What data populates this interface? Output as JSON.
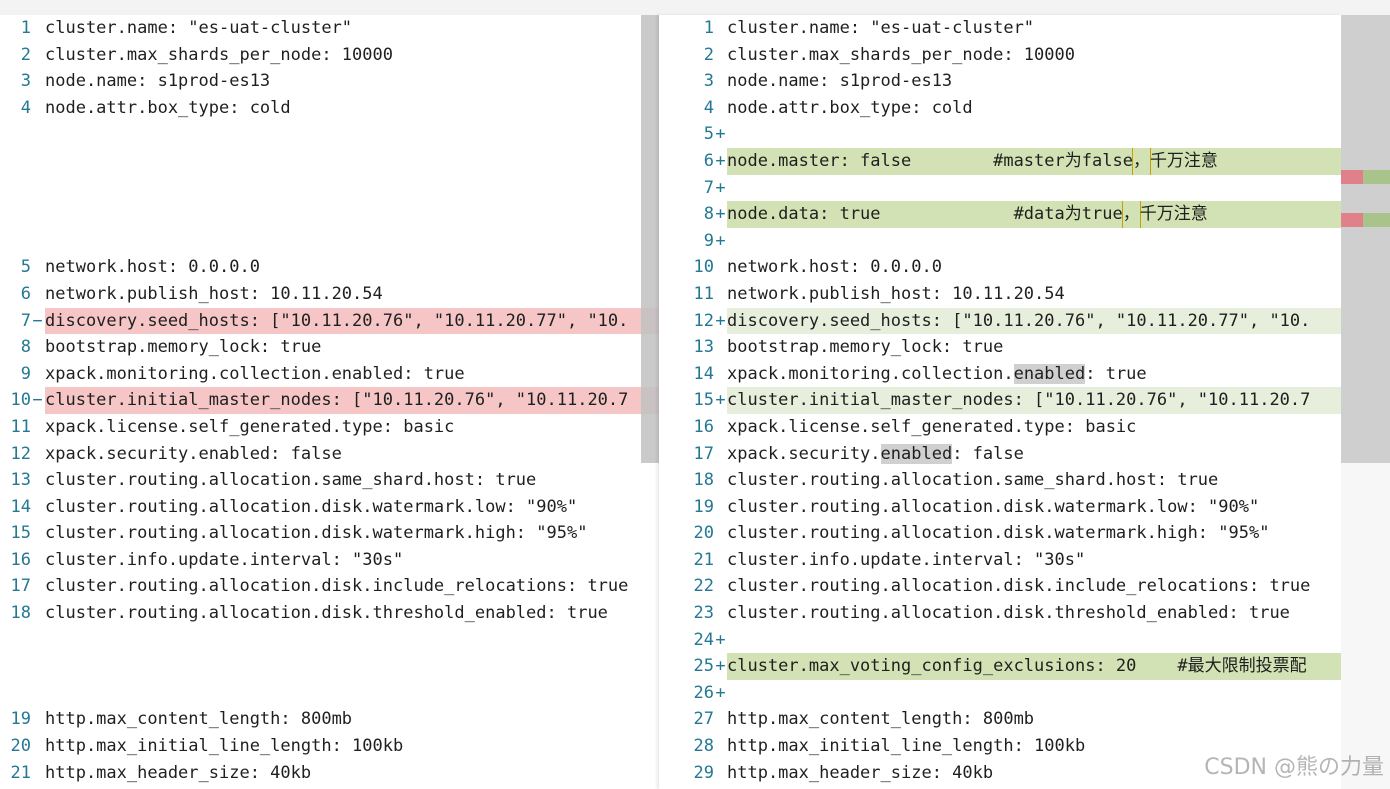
{
  "left_pane": {
    "lines": [
      {
        "num": "1",
        "marker": "",
        "text": "cluster.name: \"es-uat-cluster\"",
        "state": "normal"
      },
      {
        "num": "2",
        "marker": "",
        "text": "cluster.max_shards_per_node: 10000",
        "state": "normal"
      },
      {
        "num": "3",
        "marker": "",
        "text": "node.name: s1prod-es13",
        "state": "normal"
      },
      {
        "num": "4",
        "marker": "",
        "text": "node.attr.box_type: cold",
        "state": "normal"
      },
      {
        "num": "",
        "marker": "",
        "text": "",
        "state": "pad"
      },
      {
        "num": "",
        "marker": "",
        "text": "",
        "state": "pad"
      },
      {
        "num": "",
        "marker": "",
        "text": "",
        "state": "pad"
      },
      {
        "num": "",
        "marker": "",
        "text": "",
        "state": "pad"
      },
      {
        "num": "",
        "marker": "",
        "text": "",
        "state": "pad"
      },
      {
        "num": "5",
        "marker": "",
        "text": "network.host: 0.0.0.0",
        "state": "normal"
      },
      {
        "num": "6",
        "marker": "",
        "text": "network.publish_host: 10.11.20.54",
        "state": "normal"
      },
      {
        "num": "7",
        "marker": "−",
        "text": "discovery.seed_hosts: [\"10.11.20.76\", \"10.11.20.77\", \"10.",
        "state": "removed"
      },
      {
        "num": "8",
        "marker": "",
        "text": "bootstrap.memory_lock: true",
        "state": "normal"
      },
      {
        "num": "9",
        "marker": "",
        "text": "xpack.monitoring.collection.enabled: true",
        "state": "normal"
      },
      {
        "num": "10",
        "marker": "−",
        "text": "cluster.initial_master_nodes: [\"10.11.20.76\", \"10.11.20.7",
        "state": "removed"
      },
      {
        "num": "11",
        "marker": "",
        "text": "xpack.license.self_generated.type: basic",
        "state": "normal"
      },
      {
        "num": "12",
        "marker": "",
        "text": "xpack.security.enabled: false",
        "state": "normal"
      },
      {
        "num": "13",
        "marker": "",
        "text": "cluster.routing.allocation.same_shard.host: true",
        "state": "normal"
      },
      {
        "num": "14",
        "marker": "",
        "text": "cluster.routing.allocation.disk.watermark.low: \"90%\"",
        "state": "normal"
      },
      {
        "num": "15",
        "marker": "",
        "text": "cluster.routing.allocation.disk.watermark.high: \"95%\"",
        "state": "normal"
      },
      {
        "num": "16",
        "marker": "",
        "text": "cluster.info.update.interval: \"30s\"",
        "state": "normal"
      },
      {
        "num": "17",
        "marker": "",
        "text": "cluster.routing.allocation.disk.include_relocations: true",
        "state": "normal"
      },
      {
        "num": "18",
        "marker": "",
        "text": "cluster.routing.allocation.disk.threshold_enabled: true",
        "state": "normal"
      },
      {
        "num": "",
        "marker": "",
        "text": "",
        "state": "pad"
      },
      {
        "num": "",
        "marker": "",
        "text": "",
        "state": "pad"
      },
      {
        "num": "",
        "marker": "",
        "text": "",
        "state": "pad"
      },
      {
        "num": "19",
        "marker": "",
        "text": "http.max_content_length: 800mb",
        "state": "normal"
      },
      {
        "num": "20",
        "marker": "",
        "text": "http.max_initial_line_length: 100kb",
        "state": "normal"
      },
      {
        "num": "21",
        "marker": "",
        "text": "http.max_header_size: 40kb",
        "state": "normal"
      }
    ]
  },
  "right_pane": {
    "lines": [
      {
        "num": "1",
        "marker": "",
        "segments": [
          {
            "text": "cluster.name: \"es-uat-cluster\"",
            "style": ""
          }
        ],
        "state": "normal"
      },
      {
        "num": "2",
        "marker": "",
        "segments": [
          {
            "text": "cluster.max_shards_per_node: 10000",
            "style": ""
          }
        ],
        "state": "normal"
      },
      {
        "num": "3",
        "marker": "",
        "segments": [
          {
            "text": "node.name: s1prod-es13",
            "style": ""
          }
        ],
        "state": "normal"
      },
      {
        "num": "4",
        "marker": "",
        "segments": [
          {
            "text": "node.attr.box_type: cold",
            "style": ""
          }
        ],
        "state": "normal"
      },
      {
        "num": "5",
        "marker": "+",
        "segments": [
          {
            "text": "",
            "style": ""
          }
        ],
        "state": "added"
      },
      {
        "num": "6",
        "marker": "+",
        "segments": [
          {
            "text": "node.master: false        #master为false",
            "style": ""
          },
          {
            "text": "，",
            "style": "char-box"
          },
          {
            "text": "千万注意",
            "style": ""
          }
        ],
        "state": "added"
      },
      {
        "num": "7",
        "marker": "+",
        "segments": [
          {
            "text": "",
            "style": ""
          }
        ],
        "state": "added"
      },
      {
        "num": "8",
        "marker": "+",
        "segments": [
          {
            "text": "node.data: true             #data为true",
            "style": ""
          },
          {
            "text": "，",
            "style": "char-box"
          },
          {
            "text": "千万注意",
            "style": ""
          }
        ],
        "state": "added"
      },
      {
        "num": "9",
        "marker": "+",
        "segments": [
          {
            "text": "",
            "style": ""
          }
        ],
        "state": "added"
      },
      {
        "num": "10",
        "marker": "",
        "segments": [
          {
            "text": "network.host: 0.0.0.0",
            "style": ""
          }
        ],
        "state": "normal"
      },
      {
        "num": "11",
        "marker": "",
        "segments": [
          {
            "text": "network.publish_host: 10.11.20.54",
            "style": ""
          }
        ],
        "state": "normal"
      },
      {
        "num": "12",
        "marker": "+",
        "segments": [
          {
            "text": "discovery.seed_hosts: [\"10.11.20.76\", \"10.11.20.77\", \"10.",
            "style": ""
          }
        ],
        "state": "modified"
      },
      {
        "num": "13",
        "marker": "",
        "segments": [
          {
            "text": "bootstrap.memory_lock: true",
            "style": ""
          }
        ],
        "state": "normal"
      },
      {
        "num": "14",
        "marker": "",
        "segments": [
          {
            "text": "xpack.monitoring.collection.",
            "style": ""
          },
          {
            "text": "enabled",
            "style": "word-hl"
          },
          {
            "text": ": true",
            "style": ""
          }
        ],
        "state": "normal"
      },
      {
        "num": "15",
        "marker": "+",
        "segments": [
          {
            "text": "cluster.initial_master_nodes: [\"10.11.20.76\", \"10.11.20.7",
            "style": ""
          }
        ],
        "state": "modified"
      },
      {
        "num": "16",
        "marker": "",
        "segments": [
          {
            "text": "xpack.license.self_generated.type: basic",
            "style": ""
          }
        ],
        "state": "normal"
      },
      {
        "num": "17",
        "marker": "",
        "segments": [
          {
            "text": "xpack.security.",
            "style": ""
          },
          {
            "text": "enabled",
            "style": "word-hl"
          },
          {
            "text": ": false",
            "style": ""
          }
        ],
        "state": "normal"
      },
      {
        "num": "18",
        "marker": "",
        "segments": [
          {
            "text": "cluster.routing.allocation.same_shard.host: true",
            "style": ""
          }
        ],
        "state": "normal"
      },
      {
        "num": "19",
        "marker": "",
        "segments": [
          {
            "text": "cluster.routing.allocation.disk.watermark.low: \"90%\"",
            "style": ""
          }
        ],
        "state": "normal"
      },
      {
        "num": "20",
        "marker": "",
        "segments": [
          {
            "text": "cluster.routing.allocation.disk.watermark.high: \"95%\"",
            "style": ""
          }
        ],
        "state": "normal"
      },
      {
        "num": "21",
        "marker": "",
        "segments": [
          {
            "text": "cluster.info.update.interval: \"30s\"",
            "style": ""
          }
        ],
        "state": "normal"
      },
      {
        "num": "22",
        "marker": "",
        "segments": [
          {
            "text": "cluster.routing.allocation.disk.include_relocations: true",
            "style": ""
          }
        ],
        "state": "normal"
      },
      {
        "num": "23",
        "marker": "",
        "segments": [
          {
            "text": "cluster.routing.allocation.disk.threshold_enabled: true",
            "style": ""
          }
        ],
        "state": "normal"
      },
      {
        "num": "24",
        "marker": "+",
        "segments": [
          {
            "text": "",
            "style": ""
          }
        ],
        "state": "added"
      },
      {
        "num": "25",
        "marker": "+",
        "segments": [
          {
            "text": "cluster.max_voting_config_exclusions: 20    #最大限制投票配",
            "style": ""
          }
        ],
        "state": "added"
      },
      {
        "num": "26",
        "marker": "+",
        "segments": [
          {
            "text": "",
            "style": ""
          }
        ],
        "state": "added"
      },
      {
        "num": "27",
        "marker": "",
        "segments": [
          {
            "text": "http.max_content_length: 800mb",
            "style": ""
          }
        ],
        "state": "normal"
      },
      {
        "num": "28",
        "marker": "",
        "segments": [
          {
            "text": "http.max_initial_line_length: 100kb",
            "style": ""
          }
        ],
        "state": "normal"
      },
      {
        "num": "29",
        "marker": "",
        "segments": [
          {
            "text": "http.max_header_size: 40kb",
            "style": ""
          }
        ],
        "state": "normal"
      }
    ]
  },
  "colors": {
    "removed": "#f6c6c6",
    "added": "#d3e2b4",
    "modified": "#e7eedc",
    "line_number": "#237893",
    "ruler_added": "#a9c48a",
    "ruler_removed": "#e0808a"
  },
  "watermark": "CSDN @熊の力量"
}
